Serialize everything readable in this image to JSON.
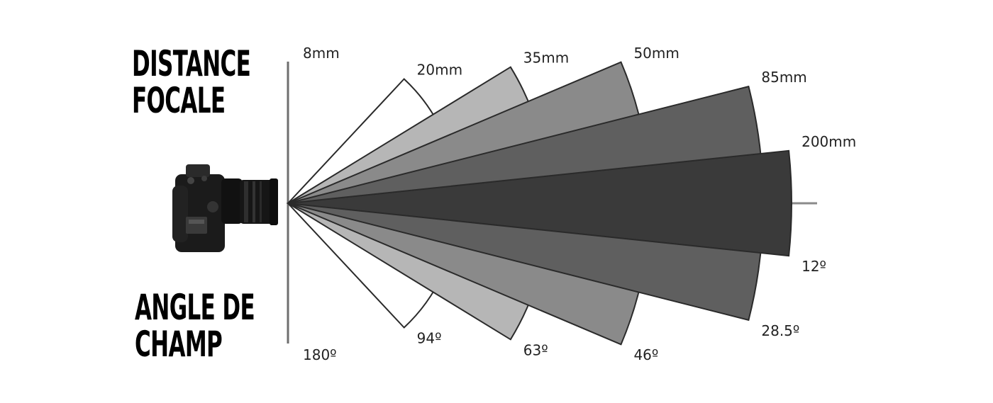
{
  "title_top": {
    "line1": "DISTANCE",
    "line2": "FOCALE"
  },
  "title_bottom": {
    "line1": "ANGLE DE",
    "line2": "CHAMP"
  },
  "lenses": [
    {
      "focal": "8mm",
      "angle": "180º",
      "fill": "#ffffff"
    },
    {
      "focal": "20mm",
      "angle": "94º",
      "fill": "#ffffff"
    },
    {
      "focal": "35mm",
      "angle": "63º",
      "fill": "#b6b6b6"
    },
    {
      "focal": "50mm",
      "angle": "46º",
      "fill": "#8a8a8a"
    },
    {
      "focal": "85mm",
      "angle": "28.5º",
      "fill": "#5f5f5f"
    },
    {
      "focal": "200mm",
      "angle": "12º",
      "fill": "#3a3a3a"
    }
  ],
  "colors": {
    "stroke": "#2a2a2a",
    "axis": "#6e6e6e",
    "camera": "#1a1a1a"
  },
  "icons": {
    "camera": "dslr-camera-icon"
  }
}
